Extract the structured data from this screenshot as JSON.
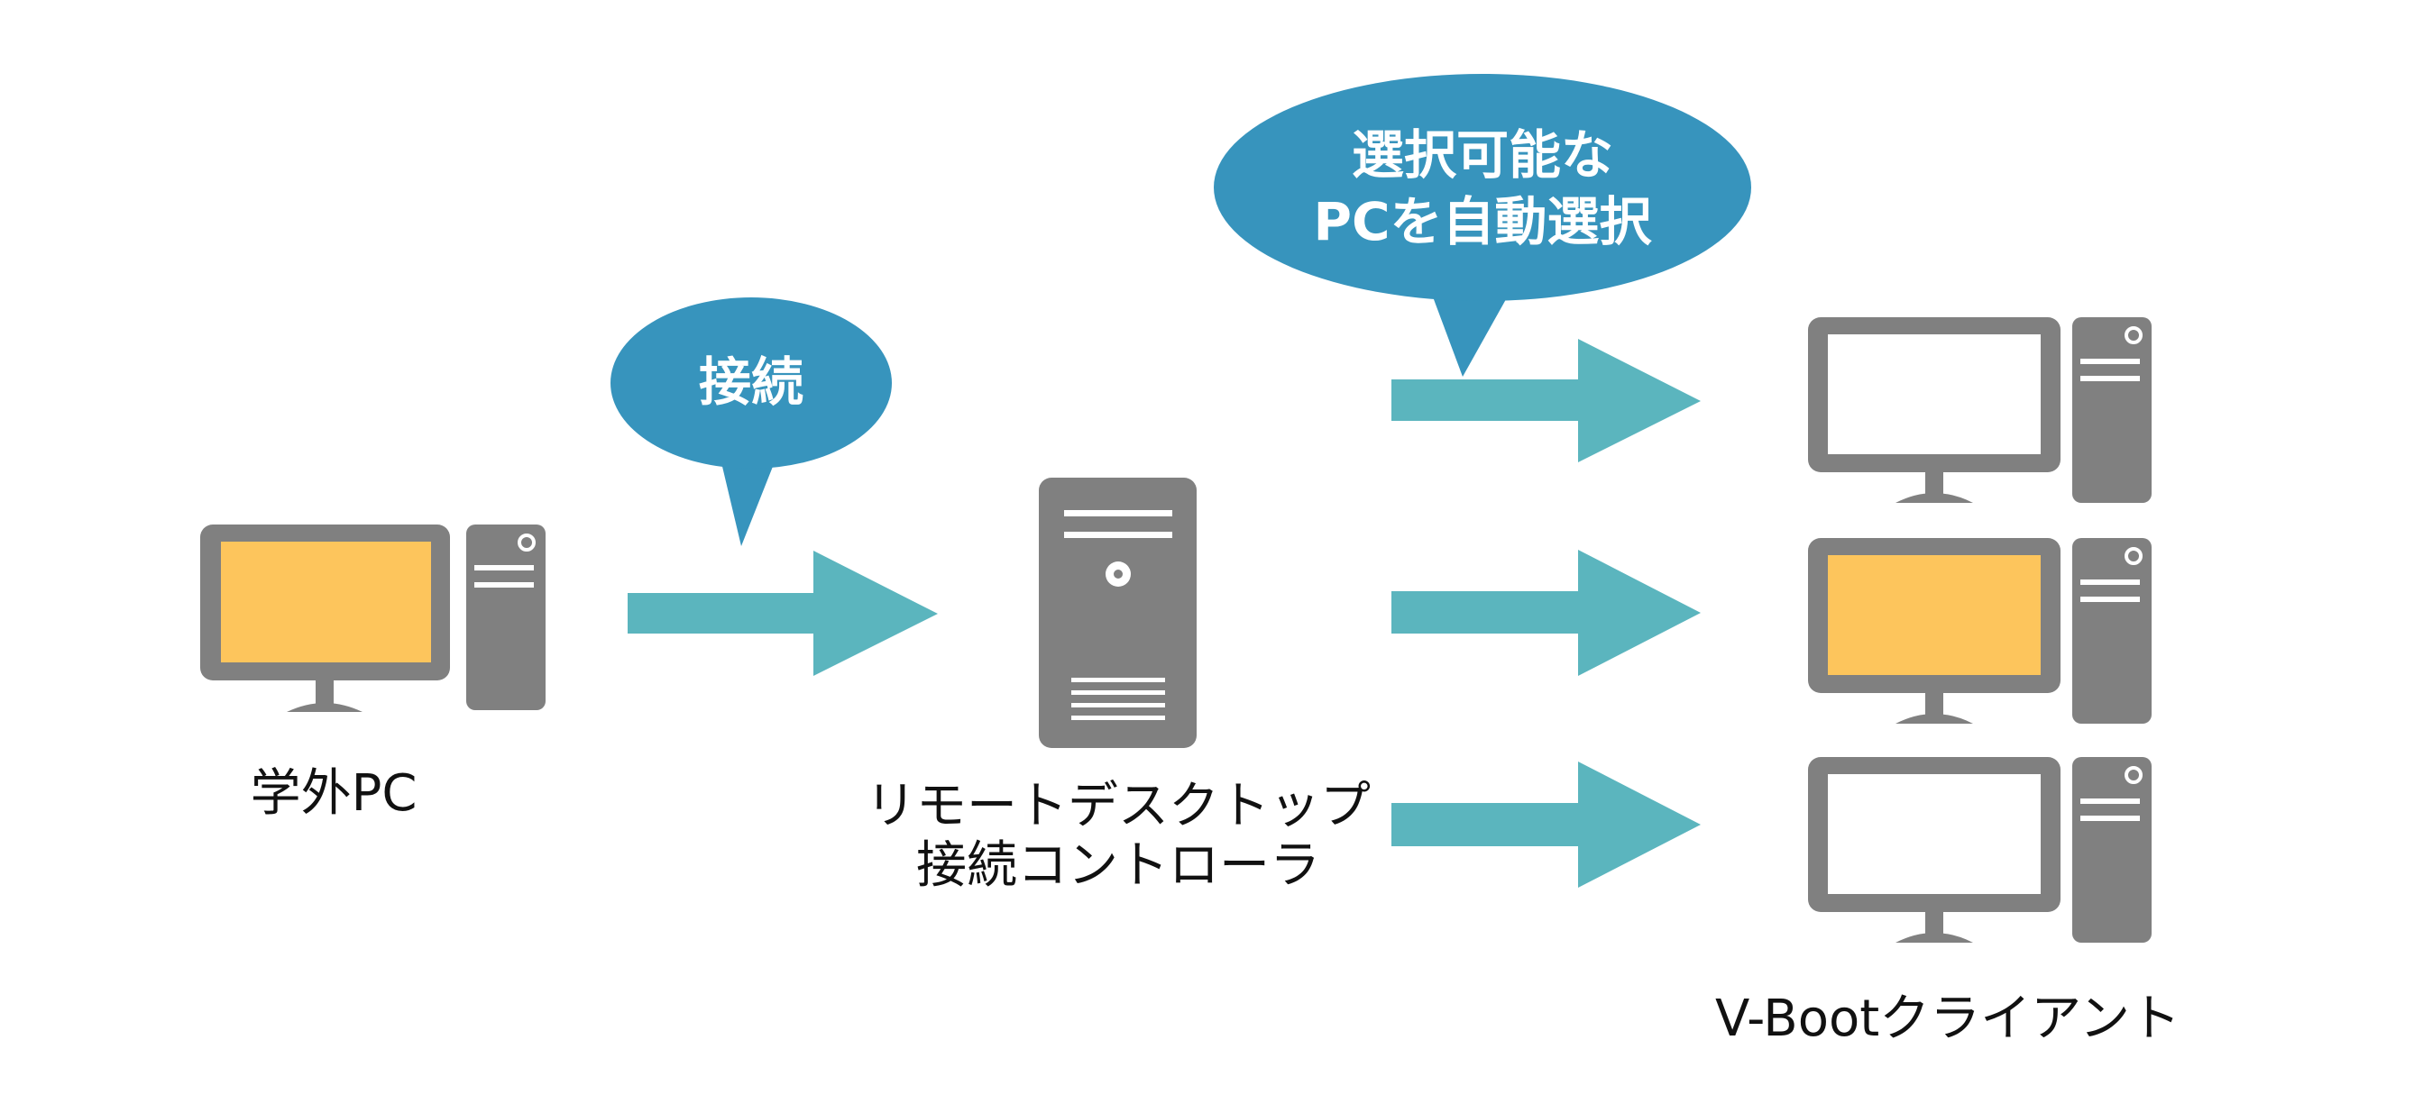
{
  "colors": {
    "device_gray": "#808080",
    "screen_orange": "#fdc55c",
    "screen_white": "#ffffff",
    "arrow_teal": "#5bb5be",
    "bubble_blue": "#3794bd",
    "bubble_text": "#ffffff",
    "label_text": "#111111"
  },
  "nodes": {
    "external_pc": {
      "label": "学外PC",
      "screen": "orange",
      "icon": "desktop-pc-icon"
    },
    "controller": {
      "label_line1": "リモートデスクトップ",
      "label_line2": "接続コントローラ",
      "icon": "server-tower-icon"
    },
    "clients": {
      "label": "V-Bootクライアント",
      "items": [
        {
          "screen": "white",
          "icon": "desktop-pc-icon"
        },
        {
          "screen": "orange",
          "icon": "desktop-pc-icon"
        },
        {
          "screen": "white",
          "icon": "desktop-pc-icon"
        }
      ]
    }
  },
  "bubbles": {
    "connect": {
      "text": "接続"
    },
    "auto_select": {
      "line1": "選択可能な",
      "line2": "PCを自動選択"
    }
  },
  "arrows": [
    {
      "from": "external_pc",
      "to": "controller"
    },
    {
      "from": "controller",
      "to": "client_1"
    },
    {
      "from": "controller",
      "to": "client_2"
    },
    {
      "from": "controller",
      "to": "client_3"
    }
  ]
}
